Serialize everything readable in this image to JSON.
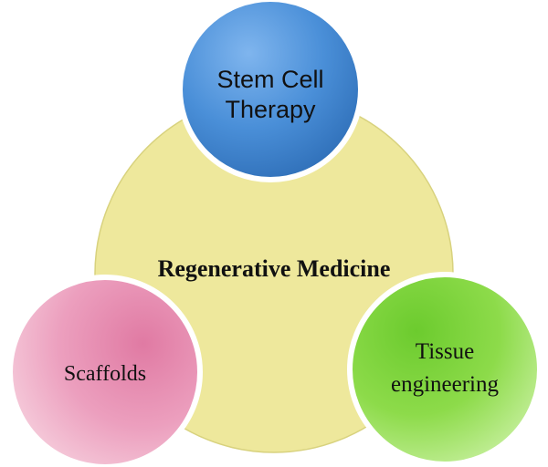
{
  "diagram": {
    "center": {
      "label": "Regenerative Medicine",
      "color": "#EEE89C"
    },
    "nodes": [
      {
        "id": "stem-cell-therapy",
        "lines": [
          "Stem Cell",
          "Therapy"
        ],
        "color": "#4A8FD8"
      },
      {
        "id": "scaffolds",
        "lines": [
          "Scaffolds"
        ],
        "color": "#E58CAE"
      },
      {
        "id": "tissue-engineering",
        "lines": [
          "Tissue",
          "engineering"
        ],
        "color": "#8DDB4A"
      }
    ]
  }
}
